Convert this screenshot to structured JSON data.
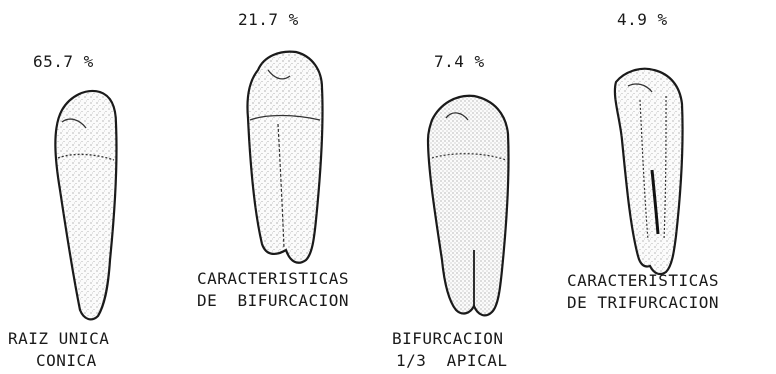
{
  "items": [
    {
      "percent": "65.7 %",
      "caption_line1": "RAIZ UNICA",
      "caption_line2": "CONICA"
    },
    {
      "percent": "21.7 %",
      "caption_line1": "CARACTERISTICAS",
      "caption_line2": "DE  BIFURCACION"
    },
    {
      "percent": "7.4 %",
      "caption_line1": "BIFURCACION",
      "caption_line2": "1/3  APICAL"
    },
    {
      "percent": "4.9 %",
      "caption_line1": "CARACTERISTICAS",
      "caption_line2": "DE TRIFURCACION"
    }
  ]
}
